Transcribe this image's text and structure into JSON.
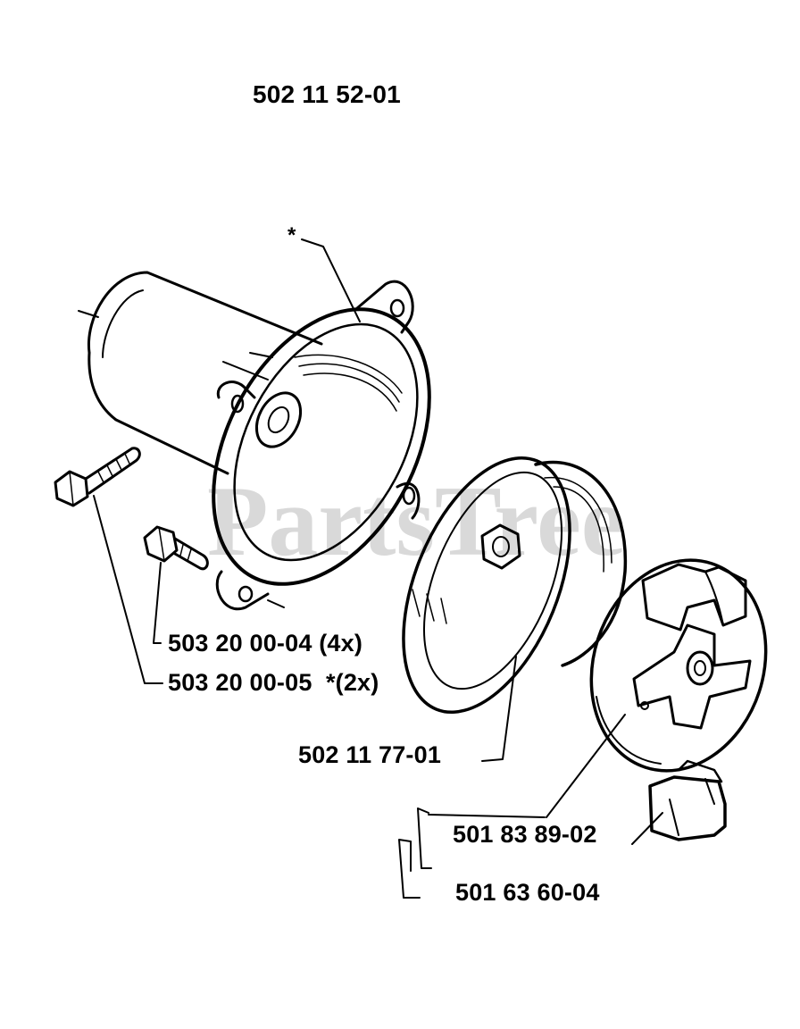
{
  "diagram": {
    "main_part_number": "502 11 52-01",
    "asterisk": "*",
    "watermark": "PartsTree",
    "callouts": {
      "screw_4x": "503 20 00-04 (4x)",
      "screw_2x": "503 20 00-05  *(2x)",
      "drum": "502 11 77-01",
      "clutch": "501 83 89-02",
      "shoe": "501 63 60-04"
    }
  }
}
